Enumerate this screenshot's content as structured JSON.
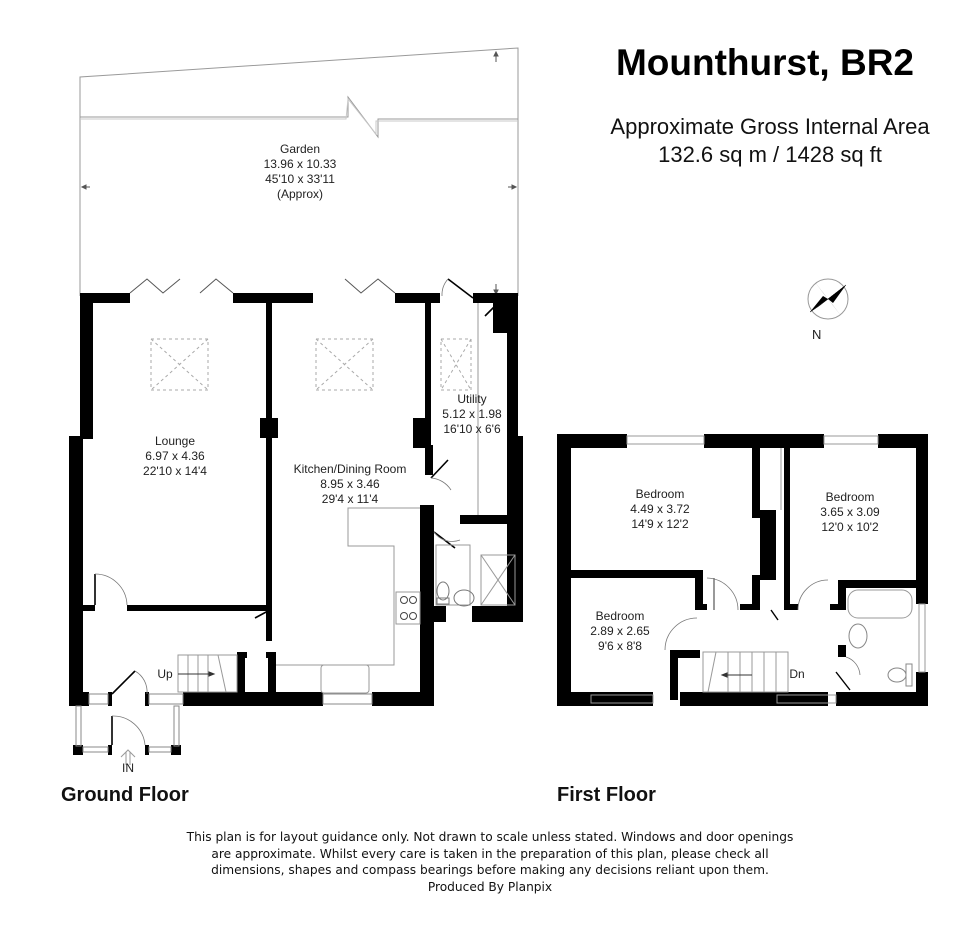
{
  "header": {
    "title": "Mounthurst, BR2",
    "area_heading": "Approximate Gross Internal Area",
    "area_value": "132.6 sq m / 1428 sq ft"
  },
  "compass": {
    "label": "N",
    "icon": "compass-rose-icon"
  },
  "ground_floor": {
    "label": "Ground Floor",
    "rooms": [
      {
        "name": "Garden",
        "metric": "13.96 x 10.33",
        "imperial": "45'10 x 33'11",
        "note": "(Approx)"
      },
      {
        "name": "Lounge",
        "metric": "6.97 x 4.36",
        "imperial": "22'10 x 14'4"
      },
      {
        "name": "Kitchen/Dining Room",
        "metric": "8.95 x 3.46",
        "imperial": "29'4 x 11'4"
      },
      {
        "name": "Utility",
        "metric": "5.12 x 1.98",
        "imperial": "16'10 x 6'6"
      }
    ],
    "stairs_label": "Up",
    "entrance_label": "IN"
  },
  "first_floor": {
    "label": "First Floor",
    "rooms": [
      {
        "name": "Bedroom",
        "metric": "4.49 x 3.72",
        "imperial": "14'9 x 12'2"
      },
      {
        "name": "Bedroom",
        "metric": "3.65 x 3.09",
        "imperial": "12'0 x 10'2"
      },
      {
        "name": "Bedroom",
        "metric": "2.89 x 2.65",
        "imperial": "9'6 x 8'8"
      }
    ],
    "stairs_label": "Dn"
  },
  "footer": {
    "disclaimer_lines": [
      "This plan is for layout guidance only. Not drawn to scale unless stated. Windows and door openings",
      "are approximate. Whilst every care is taken in the preparation of this plan, please check all",
      "dimensions, shapes and compass bearings before making any decisions reliant upon them.",
      "Produced By Planpix"
    ]
  },
  "colors": {
    "wall": "#000000",
    "line": "#999999",
    "background": "#ffffff"
  }
}
